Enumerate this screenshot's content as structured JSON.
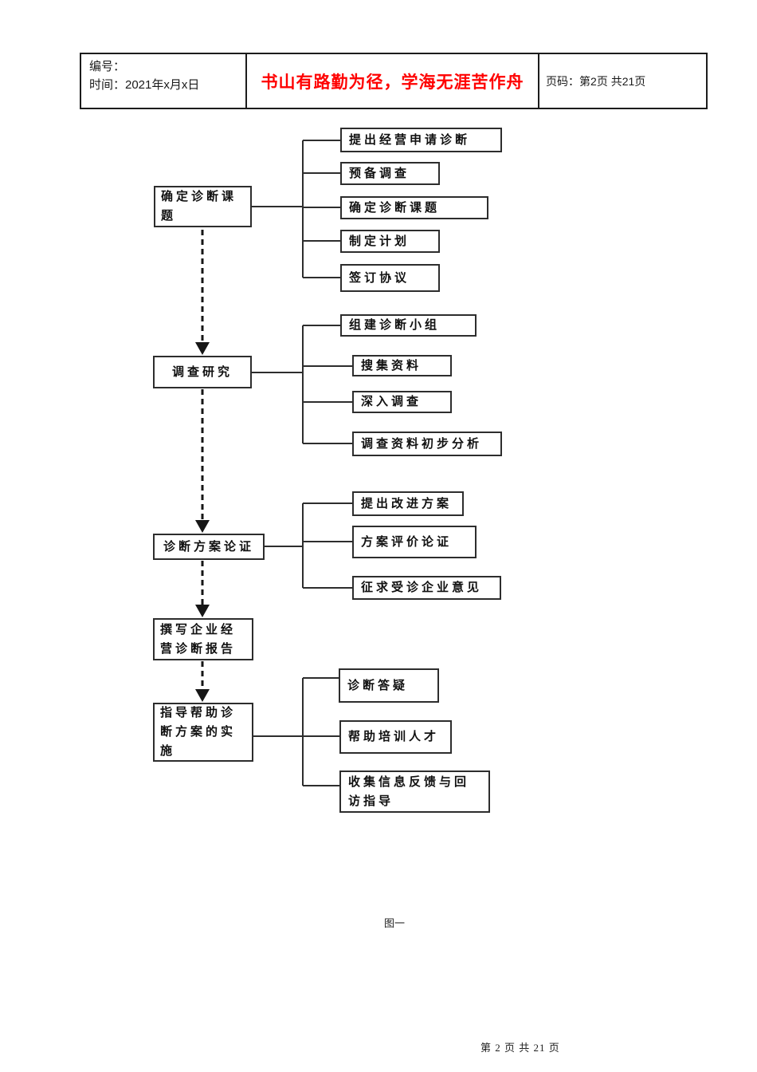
{
  "header": {
    "number_label": "编号：",
    "date_label": "时间：2021年x月x日",
    "motto": "书山有路勤为径，学海无涯苦作舟",
    "page_label": "页码：第2页 共21页"
  },
  "colors": {
    "motto": "#ff0000",
    "line": "#2d2d2d"
  },
  "flowchart": {
    "groups": [
      {
        "parent": "确定诊断课题",
        "children": [
          "提出经营申请诊断",
          "预备调查",
          "确定诊断课题",
          "制定计划",
          "签订协议"
        ]
      },
      {
        "parent": "调查研究",
        "children": [
          "组建诊断小组",
          "搜集资料",
          "深入调查",
          "调查资料初步分析"
        ]
      },
      {
        "parent": "诊断方案论证",
        "children": [
          "提出改进方案",
          "方案评价论证",
          "征求受诊企业意见"
        ]
      },
      {
        "parent": "撰写企业经营诊断报告",
        "children": []
      },
      {
        "parent": "指导帮助诊断方案的实施",
        "children": [
          "诊断答疑",
          "帮助培训人才",
          "收集信息反馈与回访指导"
        ]
      }
    ]
  },
  "caption": "图一",
  "footer": "第 2 页 共 21 页"
}
